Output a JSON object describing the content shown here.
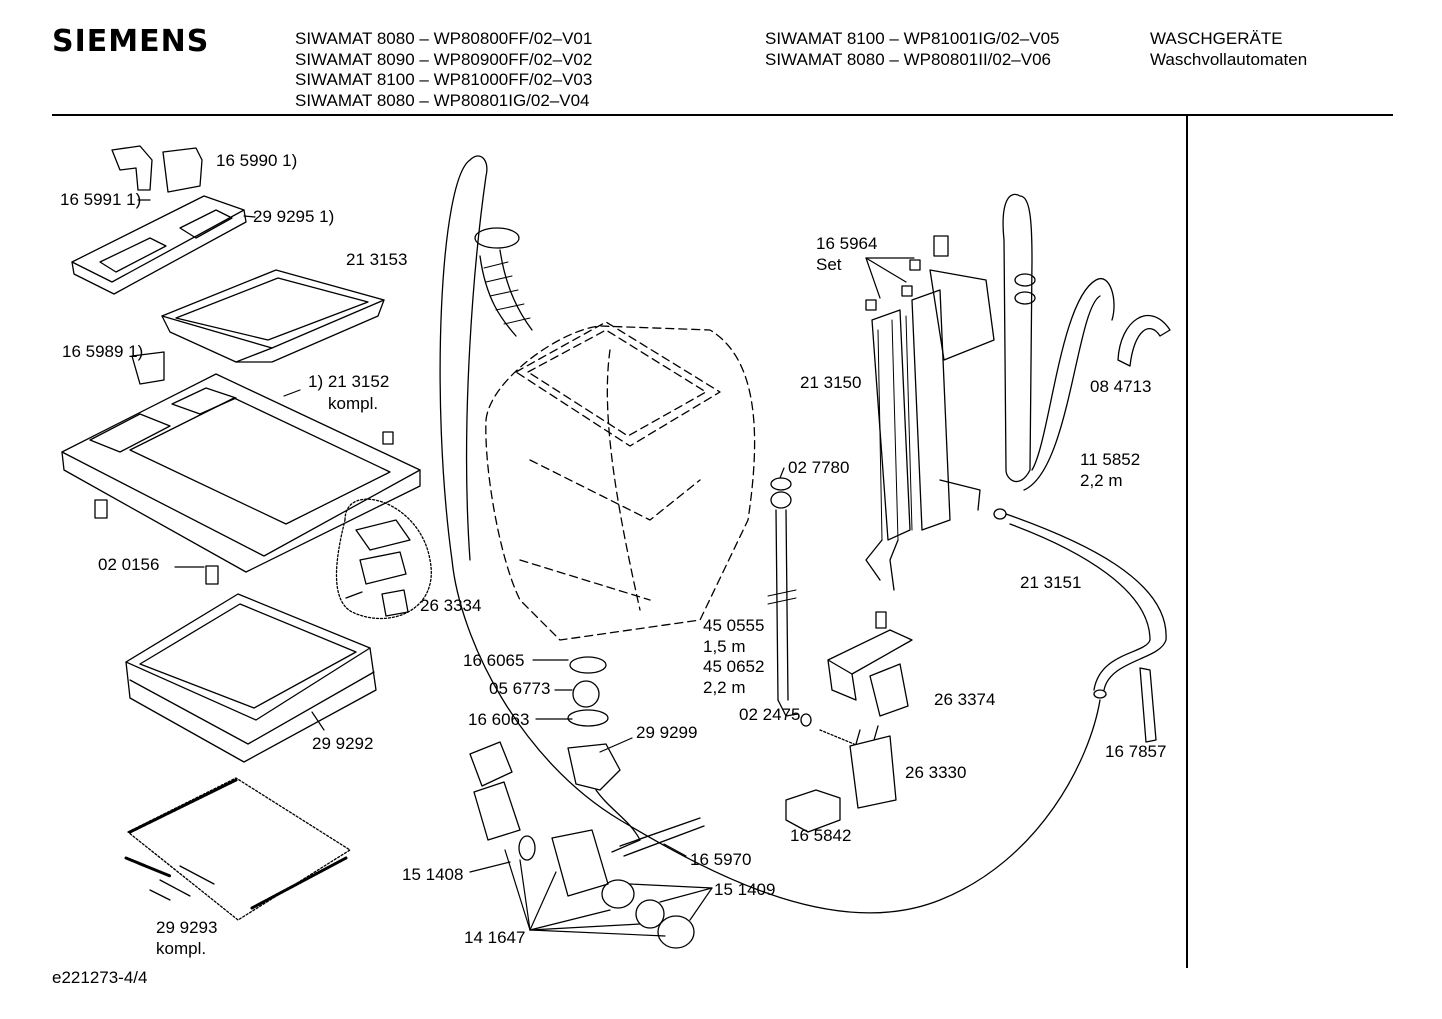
{
  "header": {
    "brand": "SIEMENS",
    "models_left": [
      "SIWAMAT 8080 – WP80800FF/02–V01",
      "SIWAMAT 8090 – WP80900FF/02–V02",
      "SIWAMAT 8100 – WP81000FF/02–V03",
      "SIWAMAT 8080 – WP80801IG/02–V04"
    ],
    "models_right": [
      "SIWAMAT 8100 – WP81001IG/02–V05",
      "SIWAMAT 8080 – WP80801II/02–V06"
    ],
    "category": [
      "WASCHGERÄTE",
      "Waschvollautomaten"
    ]
  },
  "parts": {
    "p165990": "16 5990 1)",
    "p165991": "16 5991 1)",
    "p299295": "29 9295 1)",
    "p213153": "21 3153",
    "p165989": "16 5989 1)",
    "p213152": "1) 21 3152",
    "p213152b": "kompl.",
    "p020156": "02 0156",
    "p263334": "26 3334",
    "p299292": "29 9292",
    "p299293": "29 9293",
    "p299293b": "kompl.",
    "p166065": "16 6065",
    "p056773": "05 6773",
    "p166063": "16 6063",
    "p299299": "29 9299",
    "p151408": "15 1408",
    "p141647": "14 1647",
    "p165970": "16 5970",
    "p151409": "15 1409",
    "p165964": "16 5964",
    "p165964b": "Set",
    "p213150": "21 3150",
    "p027780": "02 7780",
    "p450555": "45 0555",
    "p450555b": "1,5 m",
    "p450652": "45 0652",
    "p450652b": "2,2 m",
    "p022475": "02 2475",
    "p263374": "26 3374",
    "p263330": "26 3330",
    "p165842": "16 5842",
    "p084713": "08 4713",
    "p115852": "11 5852",
    "p115852b": "2,2 m",
    "p213151": "21 3151",
    "p167857": "16 7857"
  },
  "footer": {
    "doc_id": "e221273-4/4"
  }
}
